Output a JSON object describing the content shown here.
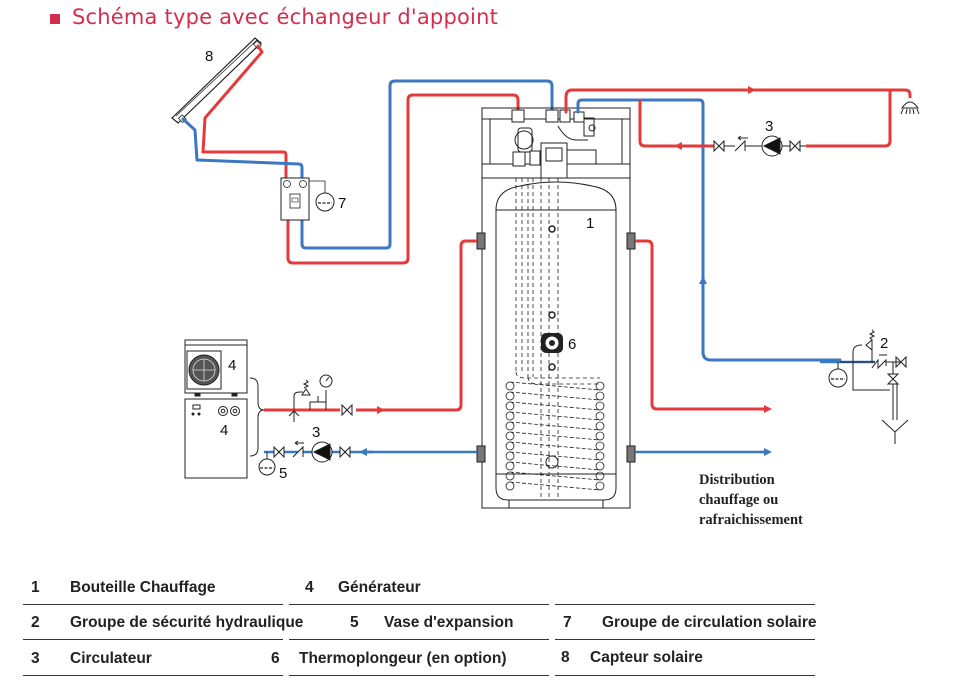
{
  "title": "Schéma type avec échangeur d'appoint",
  "colors": {
    "title": "#d42e4f",
    "hot_pipe": "#e33b3b",
    "cold_pipe": "#3b78c2",
    "outline": "#222222"
  },
  "diagram_labels": {
    "solar_collector": "8",
    "solar_group": "7",
    "tank": "1",
    "immersion_heater": "6",
    "dhw_circulator": "3",
    "safety_group": "2",
    "heat_pump": "4",
    "generator": "4",
    "heating_circulator": "3",
    "expansion_vessel": "5"
  },
  "distribution_note": [
    "Distribution",
    "chauffage ou",
    "rafraichissement"
  ],
  "legend": [
    {
      "num": "1",
      "label": "Bouteille Chauffage"
    },
    {
      "num": "2",
      "label": "Groupe de sécurité hydraulique"
    },
    {
      "num": "3",
      "label": "Circulateur"
    },
    {
      "num": "4",
      "label": "Générateur"
    },
    {
      "num": "5",
      "label": "Vase d'expansion"
    },
    {
      "num": "6",
      "label": "Thermoplongeur (en option)"
    },
    {
      "num": "7",
      "label": "Groupe de circulation solaire"
    },
    {
      "num": "8",
      "label": "Capteur solaire"
    }
  ]
}
